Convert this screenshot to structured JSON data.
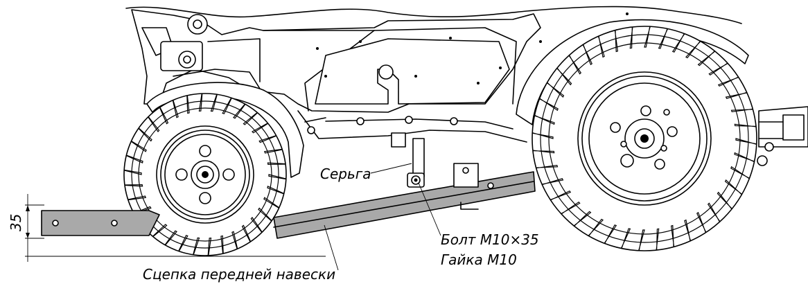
{
  "labels": {
    "shackle": "Серьга",
    "bolt": "Болт М10×35",
    "nut": "Гайка М10",
    "hitch": "Сцепка передней навески"
  },
  "dimension": {
    "value": "35"
  },
  "colors": {
    "hitch_bar": "#a9a9a9",
    "lines": "#000000",
    "background": "#ffffff"
  }
}
